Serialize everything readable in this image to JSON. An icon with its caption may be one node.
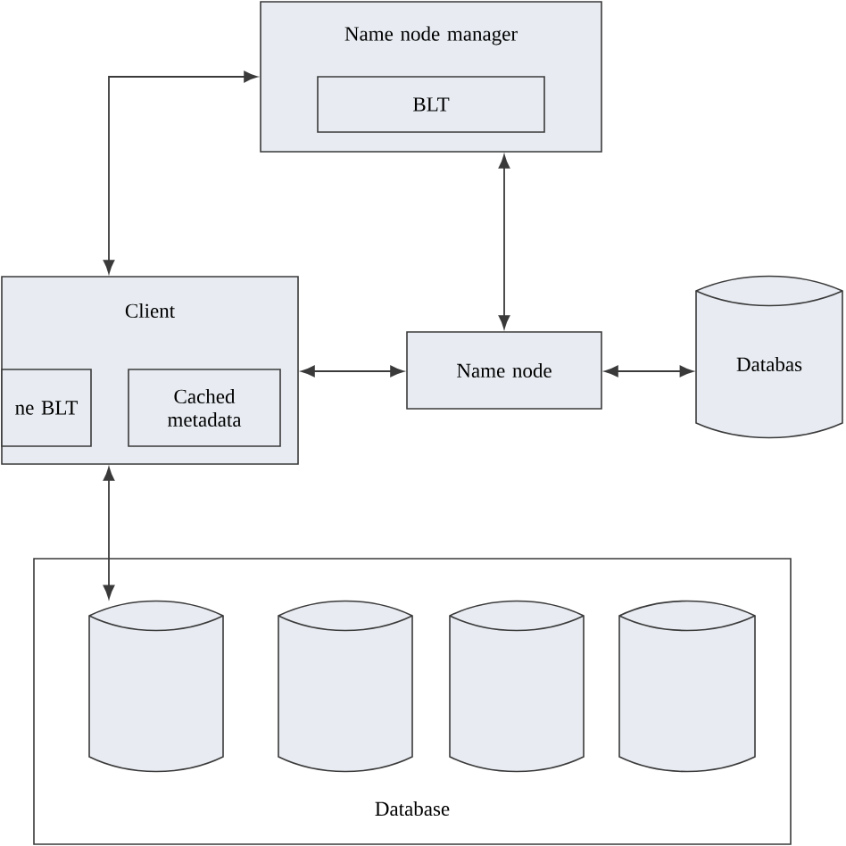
{
  "diagram": {
    "nodes": [
      {
        "text": [
          "Name node manager"
        ]
      },
      {
        "text": [
          "BLT"
        ],
        "in": 0
      },
      {
        "text": [
          "Client"
        ]
      },
      {
        "text": [
          "ne BLT"
        ],
        "in": 2
      },
      {
        "text": [
          "Cached metadata"
        ],
        "in": 2
      },
      {
        "text": [
          "Name node"
        ]
      },
      {
        "text": [
          "Databas"
        ]
      },
      {
        "text": [
          "Database"
        ]
      },
      {
        "text": [],
        "shape": "cylinder",
        "in": 7
      },
      {
        "text": [],
        "shape": "cylinder",
        "in": 7
      },
      {
        "text": [],
        "shape": "cylinder",
        "in": 7
      },
      {
        "text": [],
        "shape": "cylinder",
        "in": 7
      }
    ],
    "edges": [
      {
        "from": 2,
        "to": 0,
        "arrow": "both"
      },
      {
        "from": 0,
        "to": 5,
        "arrow": "both"
      },
      {
        "from": 2,
        "to": 5,
        "arrow": "both"
      },
      {
        "from": 5,
        "to": 6,
        "arrow": "both"
      },
      {
        "from": 2,
        "to": 8,
        "arrow": "both"
      }
    ]
  }
}
